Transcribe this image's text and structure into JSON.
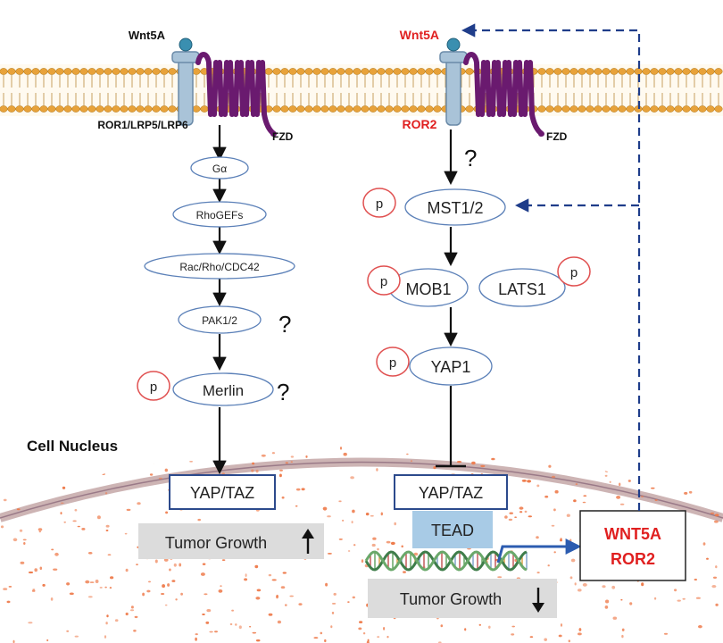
{
  "colors": {
    "membrane_head": "#e8a23a",
    "membrane_line": "#b98a3c",
    "receptor_fill": "#a9c3d8",
    "ligand": "#3a8fb0",
    "fzd": "#6a1a6f",
    "oval_stroke": "#5b80b8",
    "arrow": "#111111",
    "dashed": "#1f3d8a",
    "red_text": "#e02020",
    "phospho_stroke": "#e05050",
    "nucleus_dot": "#ee7a4a",
    "gray_box": "#dcdcdc",
    "tead_fill": "#a8cbe6",
    "box_stroke": "#2c4a8c"
  },
  "left_pathway": {
    "ligand": "Wnt5A",
    "coreceptor": "ROR1/LRP5/LRP6",
    "fzd": "FZD",
    "nodes": [
      "Gα",
      "RhoGEFs",
      "Rac/Rho/CDC42",
      "PAK1/2",
      "Merlin"
    ],
    "question": "?",
    "phospho": "p",
    "target": "YAP/TAZ",
    "outcome": "Tumor Growth",
    "outcome_arrow": "up-arrow-icon"
  },
  "right_pathway": {
    "ligand": "Wnt5A",
    "coreceptor": "ROR2",
    "fzd": "FZD",
    "question": "?",
    "phospho": "p",
    "mst": "MST1/2",
    "mob": "MOB1",
    "lats": "LATS1",
    "yap": "YAP1",
    "target": "YAP/TAZ",
    "tead": "TEAD",
    "outcome": "Tumor Growth",
    "outcome_arrow": "down-arrow-icon"
  },
  "nucleus_label": "Cell Nucleus",
  "feedback": {
    "line1": "WNT5A",
    "line2": "ROR2"
  }
}
